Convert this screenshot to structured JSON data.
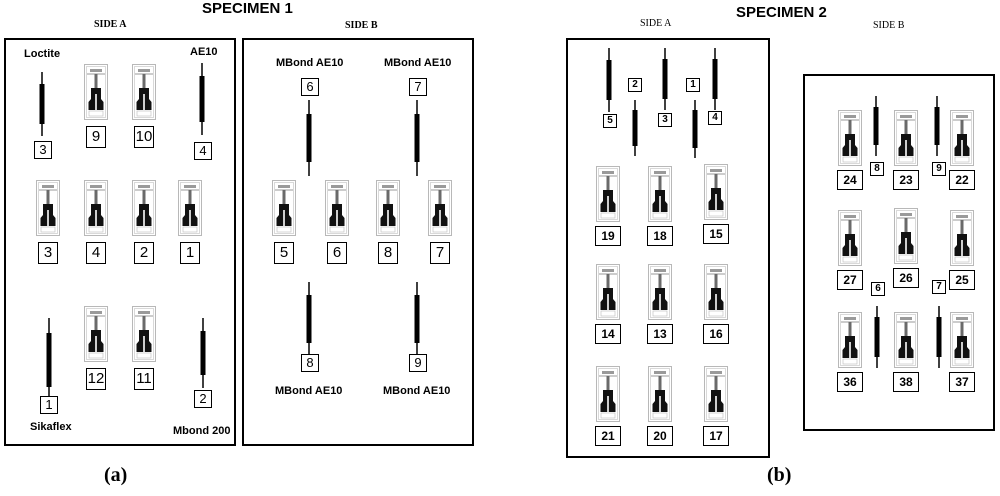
{
  "specimen1": {
    "title": "SPECIMEN 1",
    "side_a": {
      "title": "SIDE A",
      "labels": {
        "loctite": "Loctite",
        "ae10": "AE10",
        "sikaflex": "Sikaflex",
        "mbond200": "Mbond 200"
      },
      "gauges": [
        "9",
        "10",
        "3",
        "4",
        "2",
        "1",
        "12",
        "11"
      ],
      "bars": [
        "3",
        "4",
        "1",
        "2"
      ]
    },
    "side_b": {
      "title": "SIDE B",
      "labels": {
        "top_left": "MBond AE10",
        "top_right": "MBond AE10",
        "bottom_left": "MBond AE10",
        "bottom_right": "MBond AE10"
      },
      "gauges": [
        "5",
        "6",
        "8",
        "7"
      ],
      "bars": [
        "6",
        "7",
        "8",
        "9"
      ]
    },
    "caption": "(a)"
  },
  "specimen2": {
    "title": "SPECIMEN 2",
    "side_a": {
      "title": "SIDE A",
      "gauges": [
        "19",
        "18",
        "15",
        "14",
        "13",
        "16",
        "21",
        "20",
        "17"
      ],
      "bars": [
        "5",
        "2",
        "3",
        "1",
        "4"
      ]
    },
    "side_b": {
      "title": "SIDE B",
      "gauges": [
        "24",
        "23",
        "22",
        "27",
        "26",
        "25",
        "36",
        "38",
        "37"
      ],
      "bars": [
        "8",
        "9",
        "6",
        "7"
      ]
    },
    "caption": "(b)"
  }
}
